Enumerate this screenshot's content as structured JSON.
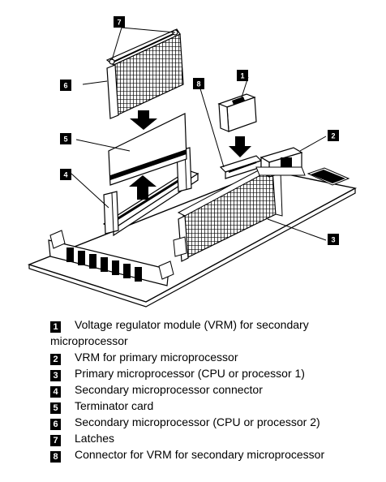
{
  "callouts": [
    "1",
    "2",
    "3",
    "4",
    "5",
    "6",
    "7",
    "8"
  ],
  "legend": [
    {
      "num": "1",
      "text": "Voltage regulator module (VRM) for secondary microprocessor"
    },
    {
      "num": "2",
      "text": "VRM for primary microprocessor"
    },
    {
      "num": "3",
      "text": "Primary microprocessor (CPU or processor 1)"
    },
    {
      "num": "4",
      "text": "Secondary microprocessor connector"
    },
    {
      "num": "5",
      "text": "Terminator card"
    },
    {
      "num": "6",
      "text": "Secondary microprocessor (CPU or processor 2)"
    },
    {
      "num": "7",
      "text": "Latches"
    },
    {
      "num": "8",
      "text": "Connector for VRM for secondary microprocessor"
    }
  ]
}
